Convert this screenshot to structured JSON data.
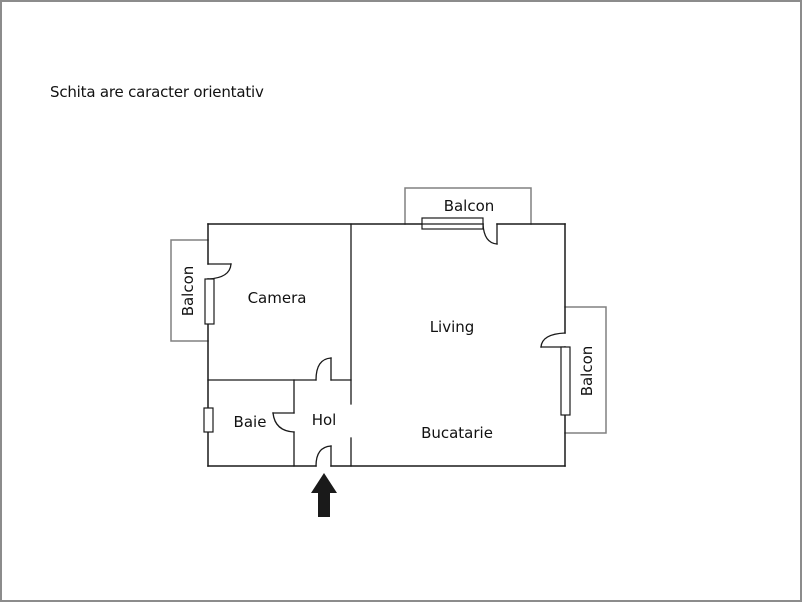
{
  "note": "Schita are caracter orientativ",
  "rooms": {
    "camera": "Camera",
    "living": "Living",
    "baie": "Baie",
    "hol": "Hol",
    "bucatarie": "Bucatarie"
  },
  "balconies": {
    "top": "Balcon",
    "left": "Balcon",
    "right": "Balcon"
  },
  "colors": {
    "wall": "#1a1a1a",
    "balcony_outline": "#808080",
    "frame": "#8c8c8c",
    "entrance_arrow": "#1a1a1a"
  }
}
